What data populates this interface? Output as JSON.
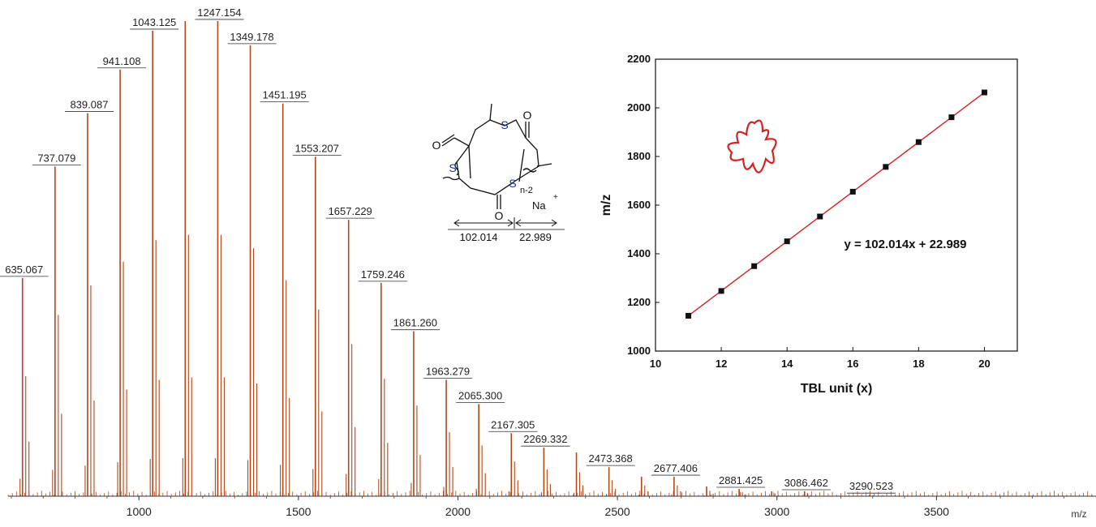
{
  "chart_data": [
    {
      "type": "bar",
      "xlabel": "m/z",
      "xlim": [
        590,
        4000
      ],
      "ylim": [
        0,
        100
      ],
      "xticks": [
        "1000",
        "1500",
        "2000",
        "2500",
        "3000",
        "3500"
      ],
      "color": "#b5461a",
      "labeled_peaks": [
        {
          "x": 635.067,
          "label": "635.067",
          "value": 45
        },
        {
          "x": 737.079,
          "label": "737.079",
          "value": 68
        },
        {
          "x": 839.087,
          "label": "839.087",
          "value": 79
        },
        {
          "x": 941.108,
          "label": "941.108",
          "value": 88
        },
        {
          "x": 1043.125,
          "label": "1043.125",
          "value": 96
        },
        {
          "x": 1247.154,
          "label": "1247.154",
          "value": 98
        },
        {
          "x": 1349.178,
          "label": "1349.178",
          "value": 93
        },
        {
          "x": 1451.195,
          "label": "1451.195",
          "value": 81
        },
        {
          "x": 1553.207,
          "label": "1553.207",
          "value": 70
        },
        {
          "x": 1657.229,
          "label": "1657.229",
          "value": 57
        },
        {
          "x": 1759.246,
          "label": "1759.246",
          "value": 44
        },
        {
          "x": 1861.26,
          "label": "1861.260",
          "value": 34
        },
        {
          "x": 1963.279,
          "label": "1963.279",
          "value": 24
        },
        {
          "x": 2065.3,
          "label": "2065.300",
          "value": 19
        },
        {
          "x": 2167.305,
          "label": "2167.305",
          "value": 13
        },
        {
          "x": 2269.332,
          "label": "2269.332",
          "value": 10
        },
        {
          "x": 2473.368,
          "label": "2473.368",
          "value": 6
        },
        {
          "x": 2677.406,
          "label": "2677.406",
          "value": 4
        },
        {
          "x": 2881.425,
          "label": "2881.425",
          "value": 1.5
        },
        {
          "x": 3086.462,
          "label": "3086.462",
          "value": 1
        },
        {
          "x": 3290.523,
          "label": "3290.523",
          "value": 0.3
        }
      ],
      "unlabeled_peaks": [
        {
          "x": 1145.14,
          "value": 98
        },
        {
          "x": 2371.35,
          "value": 9
        },
        {
          "x": 2575.39,
          "value": 4
        },
        {
          "x": 2779.41,
          "value": 2
        },
        {
          "x": 2983.44,
          "value": 1
        }
      ]
    },
    {
      "type": "scatter",
      "xlabel": "TBL unit (x)",
      "ylabel": "m/z",
      "xlim": [
        10,
        21
      ],
      "ylim": [
        1000,
        2200
      ],
      "xticks": [
        "10",
        "12",
        "14",
        "16",
        "18",
        "20"
      ],
      "yticks": [
        "1000",
        "1200",
        "1400",
        "1600",
        "1800",
        "2000",
        "2200"
      ],
      "x": [
        11,
        12,
        13,
        14,
        15,
        16,
        17,
        18,
        19,
        20
      ],
      "y": [
        1145.14,
        1247.154,
        1349.178,
        1451.195,
        1553.207,
        1655.22,
        1757.24,
        1859.26,
        1961.27,
        2063.29
      ],
      "fit_line": {
        "slope": 102.014,
        "intercept": 22.989
      },
      "annotation": "y = 102.014x + 22.989",
      "marker_color": "#111111",
      "line_color": "#d42020"
    }
  ],
  "structure": {
    "subscript": "n-2",
    "cation": "Na",
    "cation_charge": "+",
    "atom_s": "S",
    "atom_o": "O",
    "repeat_mass": "102.014",
    "endgroup_mass": "22.989"
  }
}
